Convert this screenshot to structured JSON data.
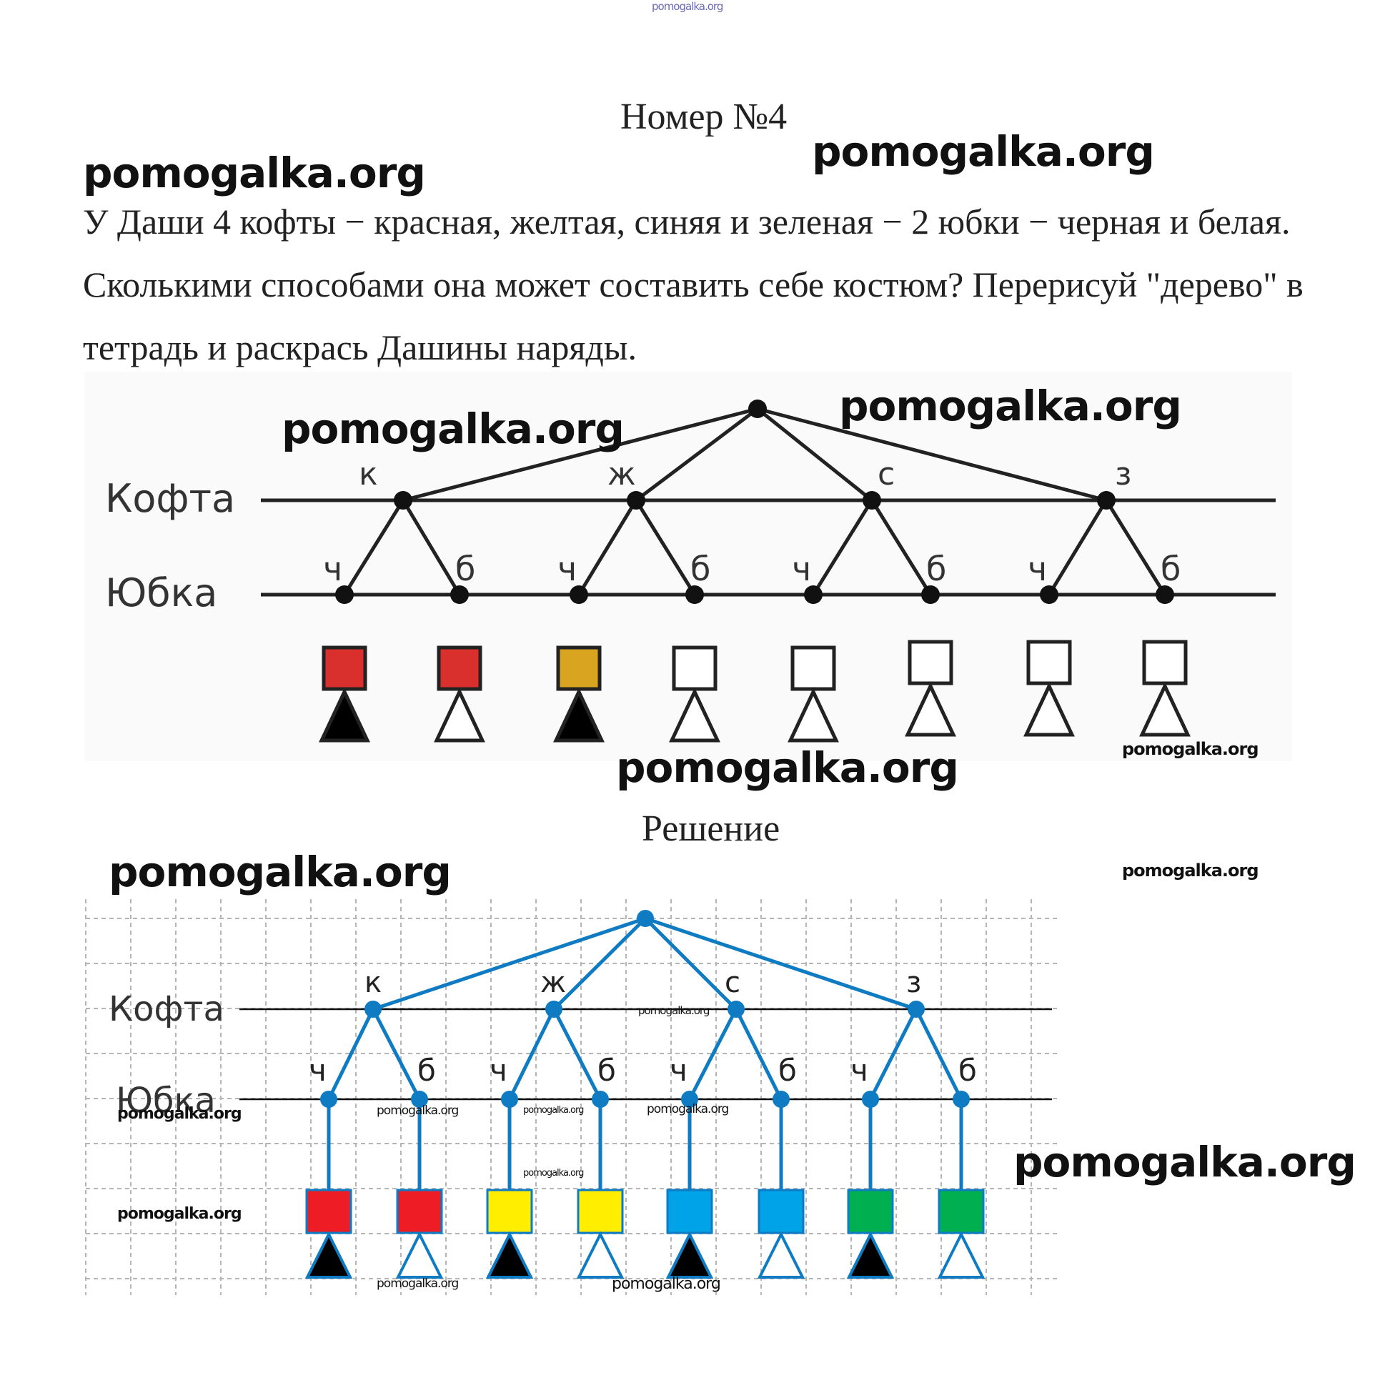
{
  "header_link": "pomogalka.org",
  "title": "Номер №4",
  "problem_text": "У Даши 4 кофты − красная, желтая, синяя и зеленая − 2 юбки − черная и белая. Сколькими способами она может составить себе костюм? Перерисуй \"дерево\" в тетрадь и раскрась Дашины наряды.",
  "solution_title": "Решение",
  "watermark": "pomogalka.org",
  "tree1": {
    "row_kofta": "Кофта",
    "row_yubka": "Юбка",
    "tops": [
      "к",
      "ж",
      "с",
      "з"
    ],
    "skirts": [
      "ч",
      "б",
      "ч",
      "б",
      "ч",
      "б",
      "ч",
      "б"
    ],
    "square_colors": [
      "#d9302e",
      "#d9302e",
      "#d9a521",
      "#ffffff",
      "#ffffff",
      "#ffffff",
      "#ffffff",
      "#ffffff"
    ],
    "triangle_colors": [
      "#000000",
      "#ffffff",
      "#000000",
      "#ffffff",
      "#ffffff",
      "#ffffff",
      "#ffffff",
      "#ffffff"
    ]
  },
  "tree2": {
    "row_kofta": "Кофта",
    "row_yubka": "Юбка",
    "tops": [
      "к",
      "ж",
      "с",
      "з"
    ],
    "skirts": [
      "ч",
      "б",
      "ч",
      "б",
      "ч",
      "б",
      "ч",
      "б"
    ],
    "square_colors": [
      "#ee1c24",
      "#ee1c24",
      "#ffee00",
      "#ffee00",
      "#00a2e8",
      "#00a2e8",
      "#00b050",
      "#00b050"
    ],
    "triangle_colors": [
      "#000000",
      "#ffffff",
      "#000000",
      "#ffffff",
      "#000000",
      "#ffffff",
      "#000000",
      "#ffffff"
    ],
    "line_color": "#0f7bc2"
  }
}
